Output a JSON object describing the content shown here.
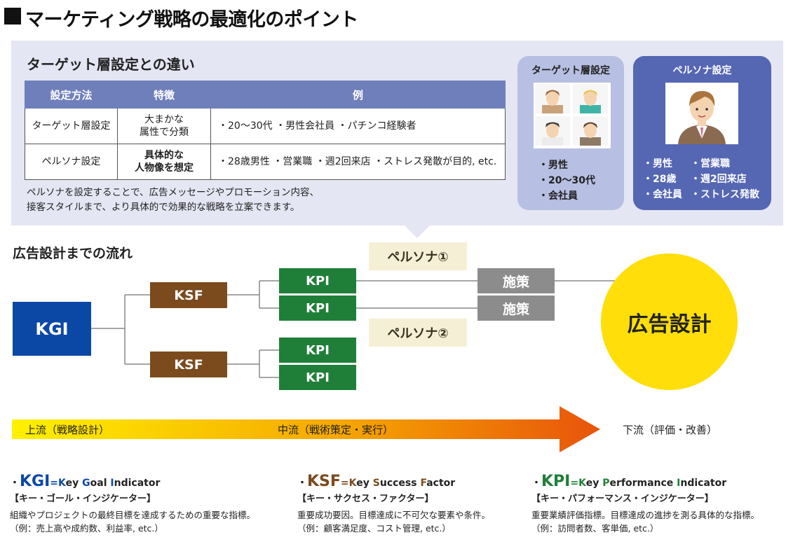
{
  "title": "マーケティング戦略の最適化のポイント",
  "comparison": {
    "heading": "ターゲット層設定との違い",
    "headers": [
      "設定方法",
      "特徴",
      "例"
    ],
    "rows": [
      {
        "method": "ターゲット層設定",
        "feature_1": "大まかな",
        "feature_2": "属性で分類",
        "example": "・20～30代 ・男性会社員 ・パチンコ経験者"
      },
      {
        "method": "ペルソナ設定",
        "feature_1": "具体的な",
        "feature_2": "人物像を想定",
        "example": "・28歳男性 ・営業職 ・週2回来店 ・ストレス発散が目的, etc."
      }
    ],
    "note_1": "ペルソナを設定することで、広告メッセージやプロモーション内容、",
    "note_2": "接客スタイルまで、より具体的で効果的な戦略を立案できます。"
  },
  "target_card": {
    "title": "ターゲット層設定",
    "attr_1": "・男性",
    "attr_2": "・20～30代",
    "attr_3": "・会社員"
  },
  "persona_card": {
    "title": "ペルソナ設定",
    "attr_1": "・男性",
    "attr_2": "・営業職",
    "attr_3": "・28歳",
    "attr_4": "・週2回来店",
    "attr_5": "・会社員",
    "attr_6": "・ストレス発散"
  },
  "flow": {
    "heading": "広告設計までの流れ",
    "kgi": "KGI",
    "ksf": "KSF",
    "kpi": "KPI",
    "measure": "施策",
    "persona_1": "ペルソナ①",
    "persona_2": "ペルソナ②",
    "result": "広告設計"
  },
  "stages": {
    "upstream": "上流（戦略設計）",
    "midstream": "中流（戦術策定・実行）",
    "downstream": "下流（評価・改善）"
  },
  "legend": [
    {
      "bullet": "・",
      "abbr": "KGI",
      "eq": "=",
      "w1_cap": "K",
      "w1_rest": "ey ",
      "w2_cap": "G",
      "w2_rest": "oal ",
      "w3_cap": "I",
      "w3_rest": "ndicator",
      "reading": "【キー・ゴール・インジケーター】",
      "desc": "組織やプロジェクトの最終目標を達成するための重要な指標。",
      "example": "（例：売上高や成約数、利益率, etc.）",
      "color": "#0b48a6"
    },
    {
      "bullet": "・",
      "abbr": "KSF",
      "eq": "=",
      "w1_cap": "K",
      "w1_rest": "ey ",
      "w2_cap": "S",
      "w2_rest": "uccess ",
      "w3_cap": "F",
      "w3_rest": "actor",
      "reading": "【キー・サクセス・ファクター】",
      "desc": "重要成功要因。目標達成に不可欠な要素や条件。",
      "example": "（例：顧客満足度、コスト管理, etc.）",
      "color": "#7b4a1d"
    },
    {
      "bullet": "・",
      "abbr": "KPI",
      "eq": "=",
      "w1_cap": "K",
      "w1_rest": "ey ",
      "w2_cap": "P",
      "w2_rest": "erformance ",
      "w3_cap": "I",
      "w3_rest": "ndicator",
      "reading": "【キー・パフォーマンス・インジケーター】",
      "desc": "重要業績評価指標。目標達成の進捗を測る具体的な指標。",
      "example": "（例：訪問者数、客単価, etc.）",
      "color": "#1f7f38"
    }
  ],
  "colors": {
    "kgi": "#0b48a6",
    "ksf": "#7b4a1d",
    "kpi": "#1f7f38",
    "measure": "#8c8c8c",
    "result": "#ffde0a",
    "panel": "#e4e6f3",
    "table_header": "#6f7fbb",
    "persona_card": "#5566b3",
    "target_card": "#b7bfe2"
  }
}
